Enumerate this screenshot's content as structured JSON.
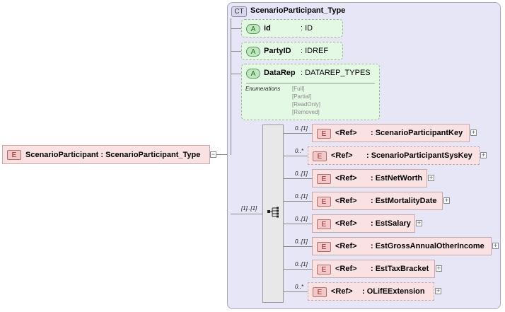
{
  "root": {
    "badge": "E",
    "label": "ScenarioParticipant : ScenarioParticipant_Type"
  },
  "complex_type": {
    "badge": "CT",
    "title": "ScenarioParticipant_Type"
  },
  "attributes": [
    {
      "badge": "A",
      "name": "id",
      "type": ": ID"
    },
    {
      "badge": "A",
      "name": "PartyID",
      "type": ": IDREF"
    },
    {
      "badge": "A",
      "name": "DataRep",
      "type": ": DATAREP_TYPES"
    }
  ],
  "enumerations": {
    "label": "Enumerations",
    "values": [
      "[Full]",
      "[Partial]",
      "[ReadOnly]",
      "[Removed]"
    ]
  },
  "sequence": {
    "cardinality": "[1]..[1]"
  },
  "elements": [
    {
      "badge": "E",
      "ref": "<Ref>",
      "name": ": ScenarioParticipantKey",
      "cardinality": "0..[1]",
      "expand": "+"
    },
    {
      "badge": "E",
      "ref": "<Ref>",
      "name": ": ScenarioParticipantSysKey",
      "cardinality": "0..*",
      "expand": "+"
    },
    {
      "badge": "E",
      "ref": "<Ref>",
      "name": ": EstNetWorth",
      "cardinality": "0..[1]",
      "expand": "+"
    },
    {
      "badge": "E",
      "ref": "<Ref>",
      "name": ": EstMortalityDate",
      "cardinality": "0..[1]",
      "expand": "+"
    },
    {
      "badge": "E",
      "ref": "<Ref>",
      "name": ": EstSalary",
      "cardinality": "0..[1]",
      "expand": "+"
    },
    {
      "badge": "E",
      "ref": "<Ref>",
      "name": ": EstGrossAnnualOtherIncome",
      "cardinality": "0..[1]",
      "expand": "+"
    },
    {
      "badge": "E",
      "ref": "<Ref>",
      "name": ": EstTaxBracket",
      "cardinality": "0..[1]",
      "expand": "+"
    },
    {
      "badge": "E",
      "ref": "<Ref>",
      "name": ": OLifEExtension",
      "cardinality": "0..*",
      "expand": "+"
    }
  ],
  "colors": {
    "element_fill": "#fbe2e2",
    "attribute_fill": "#e4f9e4",
    "complex_type_fill": "#e6e6f7"
  }
}
